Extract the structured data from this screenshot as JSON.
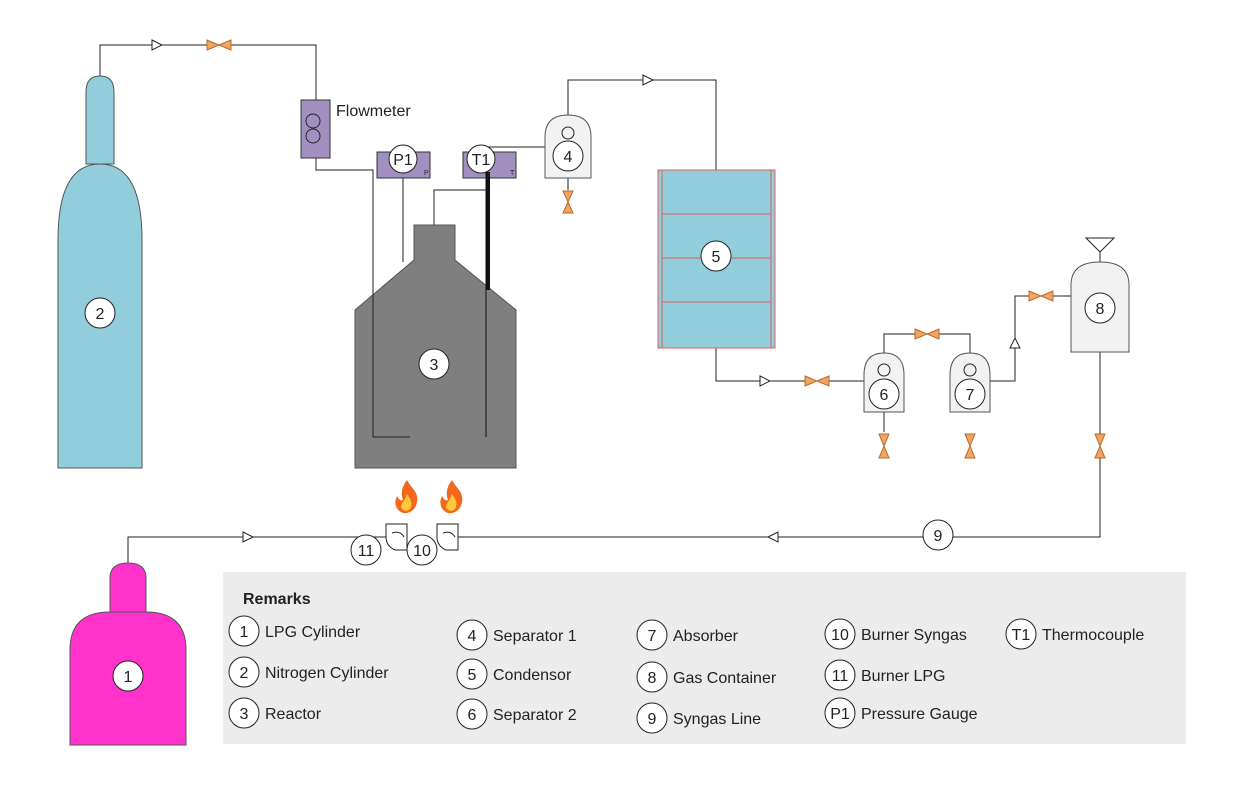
{
  "diagram": {
    "flowmeter_label": "Flowmeter",
    "gauge_p_label": "P1",
    "gauge_t_label": "T1",
    "gauge_p_small": "P",
    "gauge_t_small": "T",
    "markers": {
      "lpg": "1",
      "nitrogen": "2",
      "reactor": "3",
      "separator1": "4",
      "condensor": "5",
      "separator2": "6",
      "absorber": "7",
      "gas_container": "8",
      "syngas_line": "9",
      "burner_syngas": "10",
      "burner_lpg": "11"
    },
    "colors": {
      "nitrogen_cylinder": "#92cddc",
      "lpg_cylinder": "#ff33cc",
      "reactor": "#7f7f7f",
      "condensor": "#92cddc",
      "condensor_lines": "#e0605a",
      "gauge_box": "#a18fc0",
      "valve": "#f0a560",
      "vessel": "#f2f2f2",
      "remarks_bg": "#ececec"
    },
    "icons": {
      "flame": "flame-icon",
      "funnel": "funnel-icon"
    }
  },
  "remarks": {
    "title": "Remarks",
    "items": [
      {
        "key": "1",
        "text": "LPG Cylinder"
      },
      {
        "key": "2",
        "text": "Nitrogen Cylinder"
      },
      {
        "key": "3",
        "text": "Reactor"
      },
      {
        "key": "4",
        "text": "Separator 1"
      },
      {
        "key": "5",
        "text": "Condensor"
      },
      {
        "key": "6",
        "text": "Separator 2"
      },
      {
        "key": "7",
        "text": "Absorber"
      },
      {
        "key": "8",
        "text": "Gas Container"
      },
      {
        "key": "9",
        "text": "Syngas Line"
      },
      {
        "key": "10",
        "text": "Burner Syngas"
      },
      {
        "key": "11",
        "text": "Burner LPG"
      },
      {
        "key": "P1",
        "text": "Pressure Gauge"
      },
      {
        "key": "T1",
        "text": "Thermocouple"
      }
    ]
  }
}
